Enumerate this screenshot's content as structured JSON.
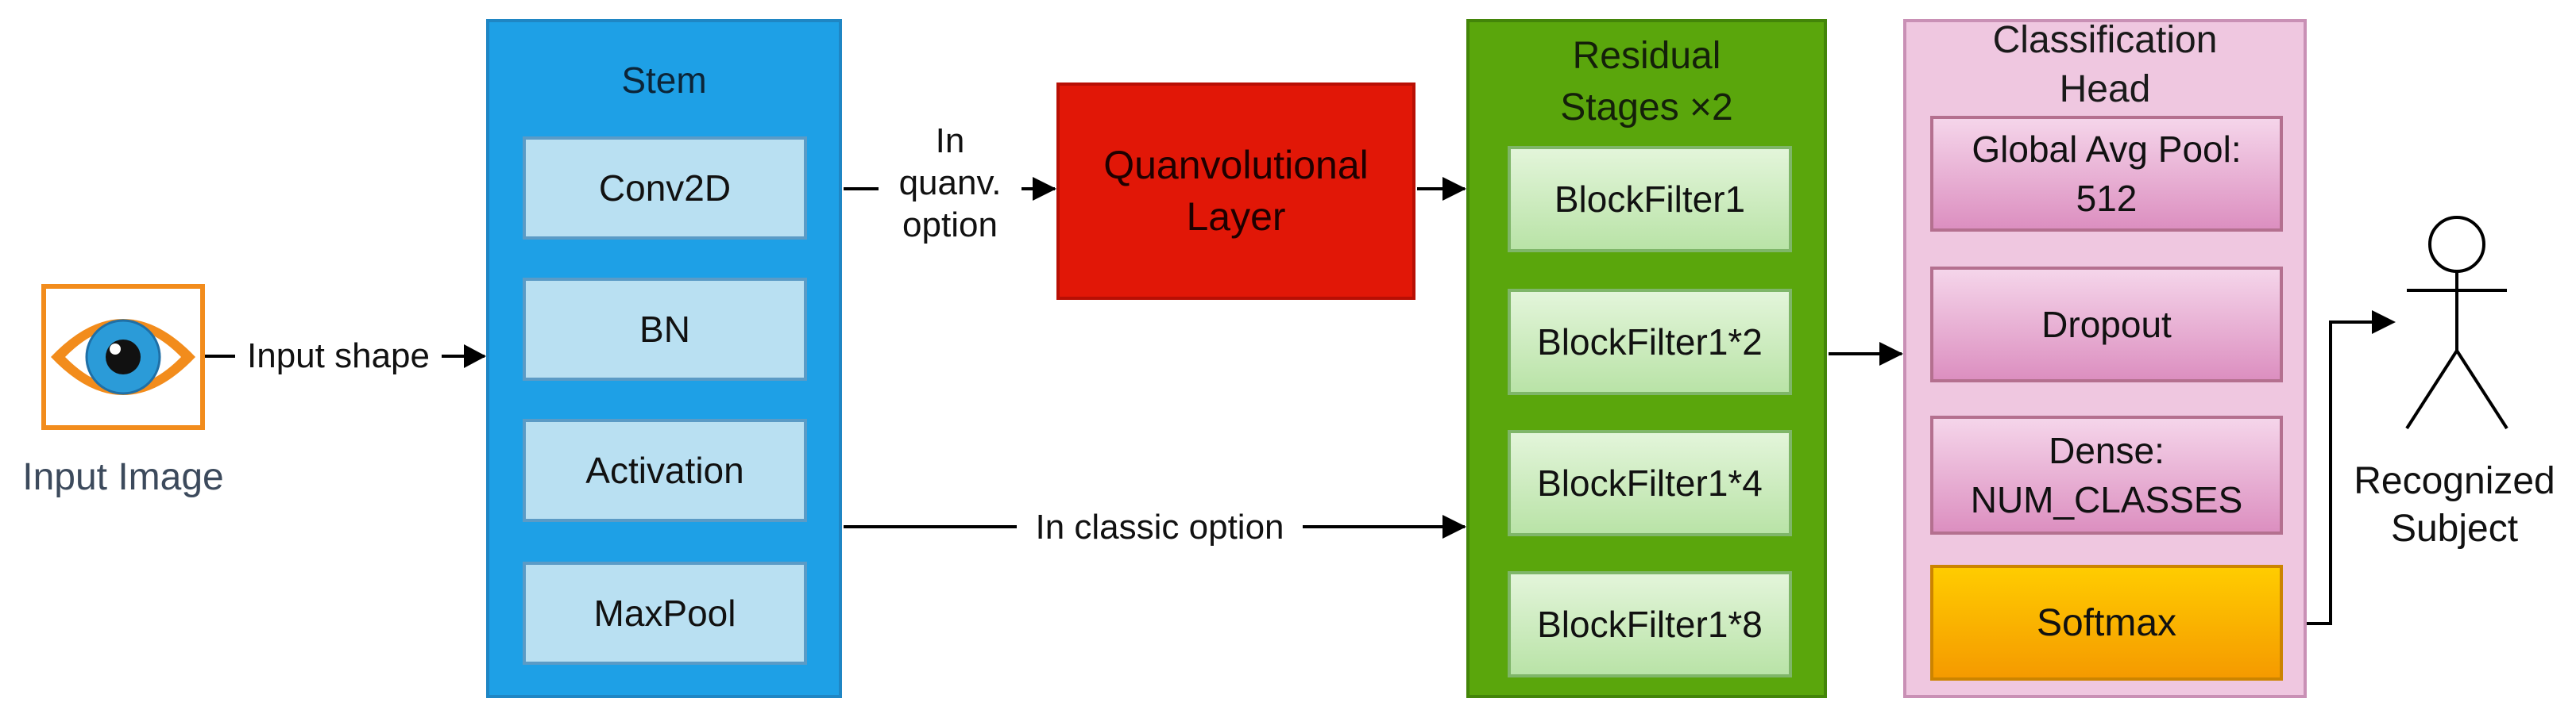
{
  "input": {
    "label": "Input Image",
    "icon": "eye-icon",
    "colors": {
      "frame": "#f28c1c",
      "iris": "#2b9bd8"
    }
  },
  "edges": {
    "input_shape": "Input shape",
    "quanv_option": [
      "In",
      "quanv.",
      "option"
    ],
    "classic_option": "In classic option"
  },
  "stem": {
    "title": "Stem",
    "blocks": [
      "Conv2D",
      "BN",
      "Activation",
      "MaxPool"
    ],
    "color": "#1ea0e6"
  },
  "quanvolutional": {
    "lines": [
      "Quanvolutional",
      "Layer"
    ],
    "color": "#e11707"
  },
  "residual": {
    "title_lines": [
      "Residual",
      "Stages ×2"
    ],
    "blocks": [
      "BlockFilter1",
      "BlockFilter1*2",
      "BlockFilter1*4",
      "BlockFilter1*8"
    ],
    "color": "#5aa60c"
  },
  "head": {
    "title_lines": [
      "Classification",
      "Head"
    ],
    "blocks": [
      {
        "lines": [
          "Global Avg Pool:",
          "512"
        ]
      },
      {
        "lines": [
          "Dropout"
        ]
      },
      {
        "lines": [
          "Dense:",
          "NUM_CLASSES"
        ]
      }
    ],
    "softmax": "Softmax",
    "color": "#efc7e0"
  },
  "output": {
    "label_lines": [
      "Recognized",
      "Subject"
    ],
    "icon": "stick-figure-icon"
  }
}
